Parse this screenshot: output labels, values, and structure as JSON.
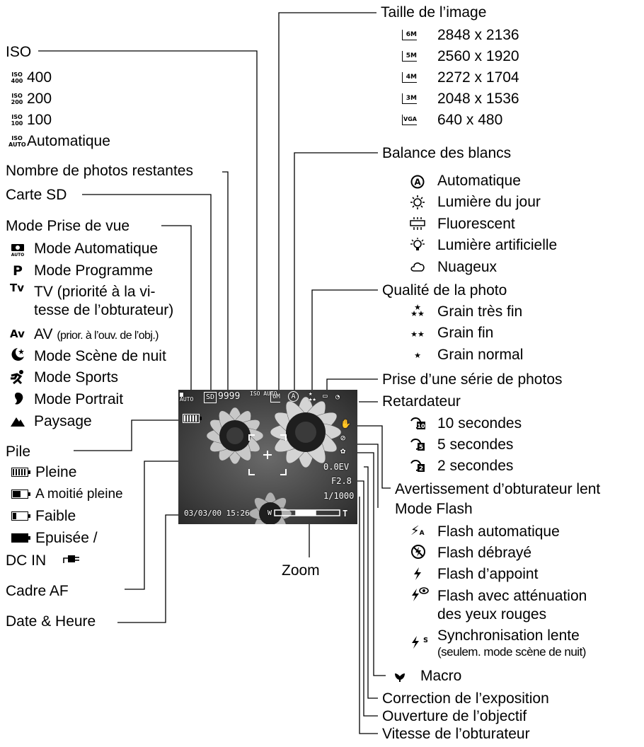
{
  "image_size": {
    "title": "Taille de l’image",
    "items": [
      {
        "icon": "6M",
        "label": "2848 x 2136"
      },
      {
        "icon": "5M",
        "label": "2560 x 1920"
      },
      {
        "icon": "4M",
        "label": "2272 x 1704"
      },
      {
        "icon": "3M",
        "label": "2048 x 1536"
      },
      {
        "icon": "VGA",
        "label": "640 x 480"
      }
    ]
  },
  "iso": {
    "title": "ISO",
    "items": [
      {
        "icon": "ISO 400",
        "label": "400"
      },
      {
        "icon": "ISO 200",
        "label": "200"
      },
      {
        "icon": "ISO 100",
        "label": "100"
      },
      {
        "icon": "ISO AUTO",
        "label": "Automatique"
      }
    ]
  },
  "remaining": {
    "title": "Nombre de photos restantes"
  },
  "sd_card": {
    "title": "Carte SD"
  },
  "shooting_mode": {
    "title": "Mode Prise de vue",
    "items": [
      {
        "icon": "camera-auto-icon",
        "label": "Mode Automatique"
      },
      {
        "icon": "P",
        "label": "Mode Programme"
      },
      {
        "icon": "Tv",
        "label": "TV (priorité à la vi-",
        "label2": "tesse de l’obturateur)"
      },
      {
        "icon": "Av",
        "label": "AV",
        "label_small": "(prior. à l’ouv. de l’obj.)"
      },
      {
        "icon": "moon-star-icon",
        "label": "Mode Scène de nuit"
      },
      {
        "icon": "runner-icon",
        "label": "Mode Sports"
      },
      {
        "icon": "portrait-icon",
        "label": "Mode Portrait"
      },
      {
        "icon": "mountain-icon",
        "label": "Paysage"
      }
    ]
  },
  "white_balance": {
    "title": "Balance des blancs",
    "items": [
      {
        "icon": "A",
        "label": "Automatique"
      },
      {
        "icon": "sun-icon",
        "label": "Lumière du jour"
      },
      {
        "icon": "fluorescent-icon",
        "label": "Fluorescent"
      },
      {
        "icon": "bulb-icon",
        "label": "Lumière artificielle"
      },
      {
        "icon": "cloud-icon",
        "label": "Nuageux"
      }
    ]
  },
  "quality": {
    "title": "Qualité de la photo",
    "items": [
      {
        "icon": "three-stars-icon",
        "label": "Grain très fin"
      },
      {
        "icon": "two-stars-icon",
        "label": "Grain fin"
      },
      {
        "icon": "one-star-icon",
        "label": "Grain normal"
      }
    ]
  },
  "burst": {
    "title": "Prise d’une série de photos"
  },
  "self_timer": {
    "title": "Retardateur",
    "items": [
      {
        "icon": "10",
        "label": "10 secondes"
      },
      {
        "icon": "5",
        "label": "5 secondes"
      },
      {
        "icon": "2",
        "label": "2 secondes"
      }
    ]
  },
  "slow_shutter": {
    "title": "Avertissement d’obturateur lent"
  },
  "flash": {
    "title": "Mode Flash",
    "items": [
      {
        "icon": "flash-auto-icon",
        "label": "Flash automatique"
      },
      {
        "icon": "flash-off-icon",
        "label": "Flash débrayé"
      },
      {
        "icon": "flash-fill-icon",
        "label": "Flash d’appoint"
      },
      {
        "icon": "flash-redeye-icon",
        "label": "Flash avec atténuation",
        "label2": "des yeux rouges"
      },
      {
        "icon": "flash-slow-icon",
        "label": "Synchronisation lente",
        "label_small": "(seulem. mode scène de nuit)"
      }
    ]
  },
  "battery": {
    "title": "Pile",
    "items": [
      {
        "level": 1.0,
        "label": "Pleine"
      },
      {
        "level": 0.6,
        "label": "A moitié pleine"
      },
      {
        "level": 0.25,
        "label": "Faible"
      },
      {
        "level": 0.0,
        "label": "Epuisée /"
      }
    ],
    "dc_label": "DC IN"
  },
  "macro": {
    "title": "Macro"
  },
  "exposure": {
    "title": "Correction de l’exposition"
  },
  "aperture": {
    "title": "Ouverture de l’objectif"
  },
  "shutter_speed": {
    "title": "Vitesse de l’obturateur"
  },
  "zoom": {
    "title": "Zoom"
  },
  "af_frame": {
    "title": "Cadre AF"
  },
  "datetime": {
    "title": "Date & Heure"
  },
  "screen": {
    "count": "9999",
    "sd": "SD",
    "iso": "ISO AUTO",
    "size": "6M",
    "wb": "A",
    "exposure": "0.0EV",
    "aperture": "F2.8",
    "shutter": "1/1000",
    "datetime": "03/03/00 15:26",
    "zoom_w": "W",
    "zoom_t": "T"
  }
}
